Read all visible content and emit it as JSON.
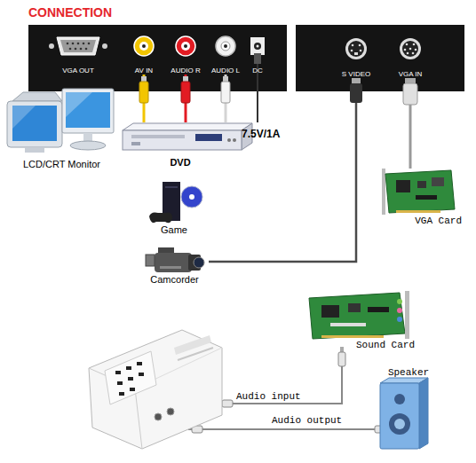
{
  "diagram": {
    "title": "CONNECTION",
    "nodes": [
      {
        "text": [
          "VGA OUT"
        ]
      },
      {
        "text": [
          "AV IN"
        ]
      },
      {
        "text": [
          "AUDIO R"
        ]
      },
      {
        "text": [
          "AUDIO L"
        ]
      },
      {
        "text": [
          "DC"
        ]
      },
      {
        "text": [
          "S VIDEO"
        ]
      },
      {
        "text": [
          "VGA IN"
        ]
      },
      {
        "text": [
          "LCD/CRT Monitor"
        ]
      },
      {
        "text": [
          "DVD"
        ]
      },
      {
        "text": [
          "Game"
        ]
      },
      {
        "text": [
          "Camcorder"
        ]
      },
      {
        "text": [
          "VGA Card"
        ]
      },
      {
        "text": [
          "Sound Card"
        ]
      },
      {
        "text": [
          "Speaker"
        ]
      }
    ],
    "edges": [
      {
        "from": 1,
        "to": 8,
        "arrow": "none"
      },
      {
        "from": 2,
        "to": 8,
        "arrow": "none"
      },
      {
        "from": 3,
        "to": 8,
        "arrow": "none"
      },
      {
        "from": 5,
        "to": 10,
        "arrow": "none"
      },
      {
        "from": 6,
        "to": 11,
        "arrow": "none"
      }
    ],
    "labels": [
      "7.5V/1A",
      "Audio input",
      "Audio output"
    ]
  }
}
